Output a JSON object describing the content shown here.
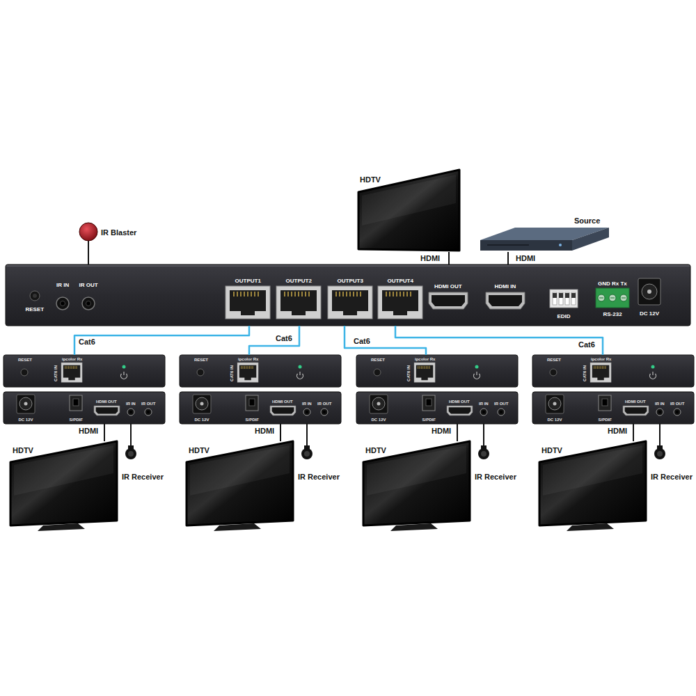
{
  "diagram": {
    "nodes": [
      {
        "text": [
          "IR Blaster"
        ]
      },
      {
        "text": [
          "HDTV"
        ]
      },
      {
        "text": [
          "Source"
        ]
      },
      {
        "text": [
          "RESET",
          "IR IN",
          "IR OUT",
          "OUTPUT1",
          "OUTPUT2",
          "OUTPUT3",
          "OUTPUT4",
          "HDMI OUT",
          "HDMI IN",
          "EDID",
          "GND Rx Tx",
          "RS-232",
          "DC 12V"
        ]
      },
      {
        "text": [
          "RESET",
          "ipcolor Rx",
          "CAT6 IN"
        ]
      },
      {
        "text": [
          "DC 12V",
          "S/PDIF",
          "HDMI OUT",
          "IR IN",
          "IR OUT"
        ]
      },
      {
        "text": [
          "HDTV"
        ]
      },
      {
        "text": [
          "IR Receiver"
        ]
      },
      {
        "text": [
          "RESET",
          "ipcolor Rx",
          "CAT6 IN"
        ]
      },
      {
        "text": [
          "DC 12V",
          "S/PDIF",
          "HDMI OUT",
          "IR IN",
          "IR OUT"
        ]
      },
      {
        "text": [
          "HDTV"
        ]
      },
      {
        "text": [
          "IR Receiver"
        ]
      },
      {
        "text": [
          "RESET",
          "ipcolor Rx",
          "CAT6 IN"
        ]
      },
      {
        "text": [
          "DC 12V",
          "S/PDIF",
          "HDMI OUT",
          "IR IN",
          "IR OUT"
        ]
      },
      {
        "text": [
          "HDTV"
        ]
      },
      {
        "text": [
          "IR Receiver"
        ]
      },
      {
        "text": [
          "RESET",
          "ipcolor Rx",
          "CAT6 IN"
        ]
      },
      {
        "text": [
          "DC 12V",
          "S/PDIF",
          "HDMI OUT",
          "IR IN",
          "IR OUT"
        ]
      },
      {
        "text": [
          "HDTV"
        ]
      },
      {
        "text": [
          "IR Receiver"
        ]
      }
    ],
    "edges": [
      {
        "from": 0,
        "to": 3,
        "arrow": "none"
      },
      {
        "from": 2,
        "to": 3,
        "label": "HDMI",
        "arrow": "none"
      },
      {
        "from": 3,
        "to": 1,
        "label": "HDMI",
        "arrow": "none"
      },
      {
        "from": 3,
        "to": 4,
        "label": "Cat6",
        "arrow": "none"
      },
      {
        "from": 3,
        "to": 8,
        "label": "Cat6",
        "arrow": "none"
      },
      {
        "from": 3,
        "to": 12,
        "label": "Cat6",
        "arrow": "none"
      },
      {
        "from": 3,
        "to": 16,
        "label": "Cat6",
        "arrow": "none"
      },
      {
        "from": 5,
        "to": 6,
        "label": "HDMI",
        "arrow": "none"
      },
      {
        "from": 9,
        "to": 10,
        "label": "HDMI",
        "arrow": "none"
      },
      {
        "from": 13,
        "to": 14,
        "label": "HDMI",
        "arrow": "none"
      },
      {
        "from": 17,
        "to": 18,
        "label": "HDMI",
        "arrow": "none"
      },
      {
        "from": 7,
        "to": 5,
        "arrow": "none"
      },
      {
        "from": 11,
        "to": 9,
        "arrow": "none"
      },
      {
        "from": 15,
        "to": 13,
        "arrow": "none"
      },
      {
        "from": 19,
        "to": 17,
        "arrow": "none"
      }
    ]
  }
}
